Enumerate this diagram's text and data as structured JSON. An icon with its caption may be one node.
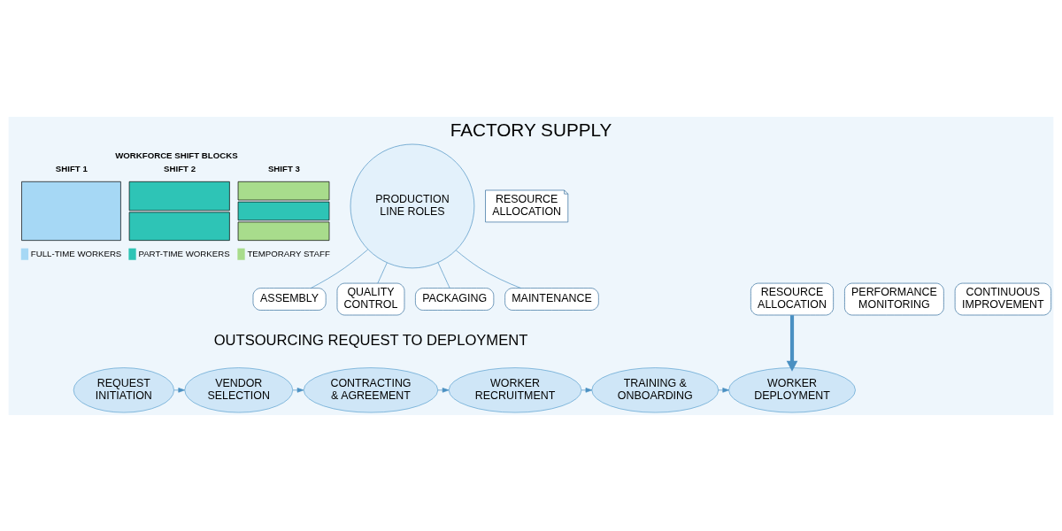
{
  "diagram": {
    "title": "FACTORY SUPPLY",
    "nodes": [
      {
        "text": [
          "PRODUCTION LINE ROLES"
        ]
      },
      {
        "text": [
          "ASSEMBLY"
        ]
      },
      {
        "text": [
          "QUALITY CONTROL"
        ]
      },
      {
        "text": [
          "PACKAGING"
        ]
      },
      {
        "text": [
          "MAINTENANCE"
        ]
      },
      {
        "text": [
          "RESOURCE ALLOCATION"
        ]
      },
      {
        "text": [
          "RESOURCE ALLOCATION"
        ]
      },
      {
        "text": [
          "PERFORMANCE MONITORING"
        ]
      },
      {
        "text": [
          "CONTINUOUS IMPROVEMENT"
        ]
      },
      {
        "text": [
          "REQUEST INITIATION"
        ]
      },
      {
        "text": [
          "VENDOR SELECTION"
        ]
      },
      {
        "text": [
          "CONTRACTING & AGREEMENT"
        ]
      },
      {
        "text": [
          "WORKER RECRUITMENT"
        ]
      },
      {
        "text": [
          "TRAINING & ONBOARDING"
        ]
      },
      {
        "text": [
          "WORKER DEPLOYMENT"
        ]
      }
    ],
    "edges": [
      {
        "from": 0,
        "to": 1,
        "arrow": "none"
      },
      {
        "from": 0,
        "to": 2,
        "arrow": "none"
      },
      {
        "from": 0,
        "to": 3,
        "arrow": "none"
      },
      {
        "from": 0,
        "to": 4,
        "arrow": "none"
      },
      {
        "from": 6,
        "to": 14,
        "arrow": "to",
        "style": "thick"
      },
      {
        "from": 9,
        "to": 10,
        "arrow": "to"
      },
      {
        "from": 10,
        "to": 11,
        "arrow": "to"
      },
      {
        "from": 11,
        "to": 12,
        "arrow": "to"
      },
      {
        "from": 12,
        "to": 13,
        "arrow": "to"
      },
      {
        "from": 13,
        "to": 14,
        "arrow": "to"
      }
    ],
    "labels": [
      "WORKFORCE SHIFT BLOCKS",
      "SHIFT 1",
      "SHIFT 2",
      "SHIFT 3",
      "OUTSOURCING REQUEST TO DEPLOYMENT"
    ],
    "legend": [
      {
        "text": "FULL-TIME WORKERS",
        "color": "#a6d8f5"
      },
      {
        "text": "PART-TIME WORKERS",
        "color": "#2ec4b6"
      },
      {
        "text": "TEMPORARY STAFF",
        "color": "#a8dc8c"
      }
    ]
  }
}
